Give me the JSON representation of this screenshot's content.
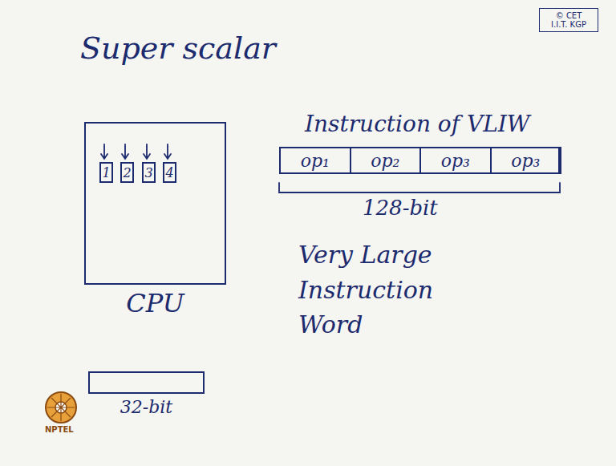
{
  "diagram": {
    "title": "Super scalar",
    "nodes": [
      {
        "text": [
          "CPU"
        ]
      },
      {
        "text": [
          "1"
        ],
        "in": 0
      },
      {
        "text": [
          "2"
        ],
        "in": 0
      },
      {
        "text": [
          "3"
        ],
        "in": 0
      },
      {
        "text": [
          "4"
        ],
        "in": 0
      },
      {
        "text": [
          "Instruction of VLIW"
        ]
      },
      {
        "text": [
          "op₁"
        ],
        "in": 5
      },
      {
        "text": [
          "op₂"
        ],
        "in": 5
      },
      {
        "text": [
          "op₃"
        ],
        "in": 5
      },
      {
        "text": [
          "op₃"
        ],
        "in": 5
      },
      {
        "text": [
          "32-bit"
        ]
      },
      {
        "text": [
          "© CET I.I.T. KGP"
        ]
      }
    ],
    "labels": [
      "128-bit",
      "Very Large Instruction Word",
      "NPTEL"
    ]
  }
}
